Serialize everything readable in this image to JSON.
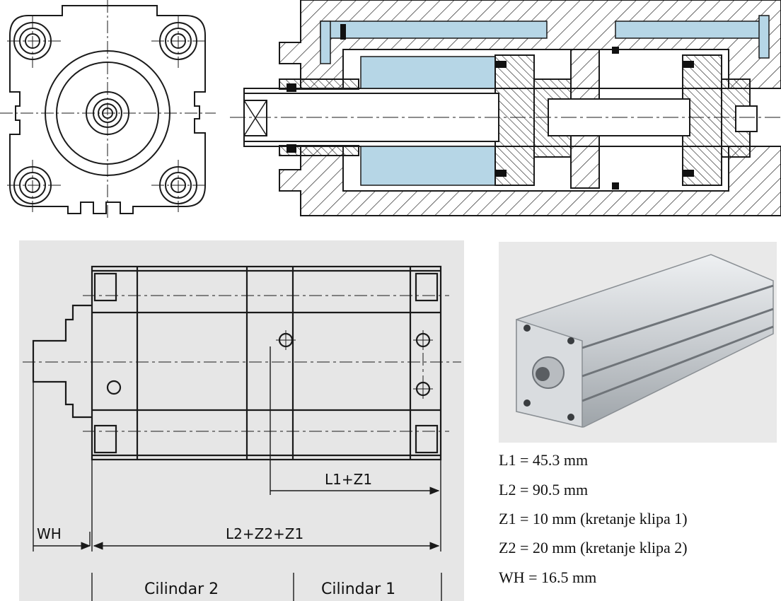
{
  "colors": {
    "line": "#1a1a1a",
    "air_chamber": "#b6d6e6",
    "panel_bg": "#e6e6e6",
    "photo_bg": "#e9e9e9",
    "cylinder_body": "#c9cdd1"
  },
  "side_view": {
    "dim_l1_z1": "L1+Z1",
    "dim_l2_z2_z1": "L2+Z2+Z1",
    "dim_wh": "WH",
    "label_cyl2": "Cilindar 2",
    "label_cyl1": "Cilindar 1"
  },
  "specs": [
    "L1 = 45.3 mm",
    "L2 = 90.5 mm",
    "Z1 = 10 mm (kretanje klipa 1)",
    "Z2 = 20 mm (kretanje klipa 2)",
    "WH = 16.5 mm"
  ]
}
